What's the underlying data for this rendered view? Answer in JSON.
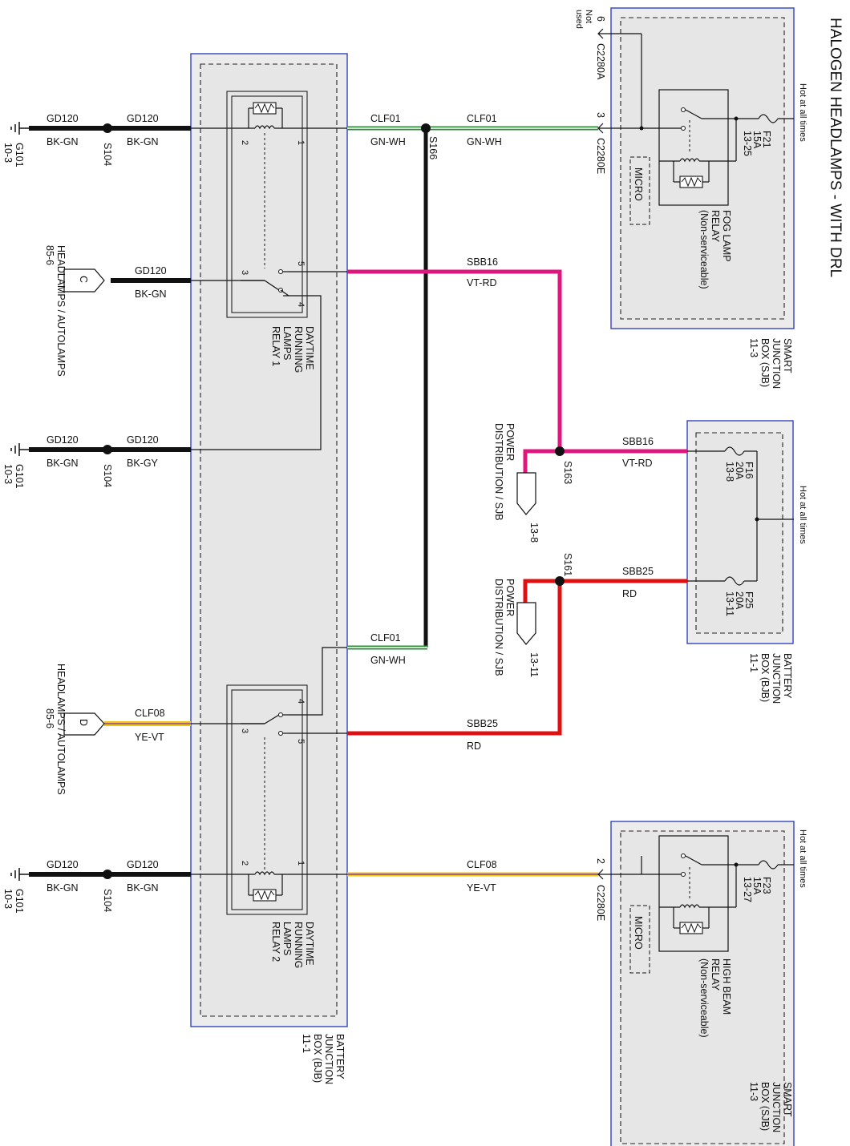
{
  "title": "HALOGEN HEADLAMPS - WITH DRL",
  "colors": {
    "black": "#111111",
    "green": "#2e8b3a",
    "magenta": "#e0167f",
    "red": "#e01010",
    "yellow": "#f1c40f",
    "violet": "#8e44ad",
    "box_border": "#3344bb",
    "box_fill": "#ececec"
  },
  "hot_label": "Hot at all times",
  "micro_label": "MICRO",
  "not_used": [
    "Not",
    "used"
  ],
  "grounds": [
    {
      "name": "G101",
      "ref": "10-3",
      "wire": "GD120",
      "color": "BK-GN",
      "splice": "S104",
      "wire2": "GD120",
      "color2": "BK-GN"
    },
    {
      "name": "G101",
      "ref": "10-3",
      "wire": "GD120",
      "color": "BK-GN",
      "splice": "S104",
      "wire2": "GD120",
      "color2": "BK-GY"
    },
    {
      "name": "G101",
      "ref": "10-3",
      "wire": "GD120",
      "color": "BK-GN",
      "splice": "S104",
      "wire2": "GD120",
      "color2": "BK-GN"
    }
  ],
  "page_refs": [
    {
      "letter": "C",
      "lines": [
        "HEADLAMPS / AUTOLAMPS",
        "85-6"
      ],
      "wire": "GD120",
      "color": "BK-GN"
    },
    {
      "letter": "D",
      "lines": [
        "HEADLAMPS / AUTOLAMPS",
        "85-6"
      ],
      "wire": "CLF08",
      "color": "YE-VT"
    }
  ],
  "relays": [
    {
      "lines": [
        "DAYTIME",
        "RUNNING",
        "LAMPS",
        "RELAY 1"
      ],
      "pins": [
        "1",
        "2",
        "3",
        "4",
        "5"
      ]
    },
    {
      "lines": [
        "DAYTIME",
        "RUNNING",
        "LAMPS",
        "RELAY 2"
      ],
      "pins": [
        "1",
        "2",
        "3",
        "4",
        "5"
      ]
    }
  ],
  "bjb_label": [
    "BATTERY",
    "JUNCTION",
    "BOX (BJB)",
    "11-1"
  ],
  "sjb_label": [
    "SMART",
    "JUNCTION",
    "BOX (SJB)",
    "11-3"
  ],
  "wires": [
    {
      "circuit": "CLF01",
      "color": "GN-WH"
    },
    {
      "circuit": "CLF01",
      "color": "GN-WH"
    },
    {
      "circuit": "SBB16",
      "color": "VT-RD"
    },
    {
      "circuit": "SBB16",
      "color": "VT-RD"
    },
    {
      "circuit": "SBB25",
      "color": "RD"
    },
    {
      "circuit": "CLF01",
      "color": "GN-WH"
    },
    {
      "circuit": "SBB25",
      "color": "RD"
    },
    {
      "circuit": "CLF08",
      "color": "YE-VT"
    }
  ],
  "splices": {
    "s166": "S166",
    "s163": "S163",
    "s161": "S161"
  },
  "power_dist": [
    {
      "lines": [
        "POWER",
        "DISTRIBUTION / SJB"
      ],
      "ref": "13-8"
    },
    {
      "lines": [
        "POWER",
        "DISTRIBUTION / SJB"
      ],
      "ref": "13-11"
    }
  ],
  "fuses": [
    {
      "name": "F21",
      "amp": "15A",
      "ref": "13-25"
    },
    {
      "name": "F16",
      "amp": "20A",
      "ref": "13-8"
    },
    {
      "name": "F25",
      "amp": "20A",
      "ref": "13-11"
    },
    {
      "name": "F23",
      "amp": "15A",
      "ref": "13-27"
    }
  ],
  "connectors": [
    {
      "pin": "6",
      "name": "C2280A"
    },
    {
      "pin": "3",
      "name": "C2280E"
    },
    {
      "pin": "2",
      "name": "C2280E"
    }
  ],
  "fog_relay": [
    "FOG LAMP",
    "RELAY",
    "(Non-serviceable)"
  ],
  "highbeam_relay": [
    "HIGH BEAM",
    "RELAY",
    "(Non-serviceable)"
  ]
}
